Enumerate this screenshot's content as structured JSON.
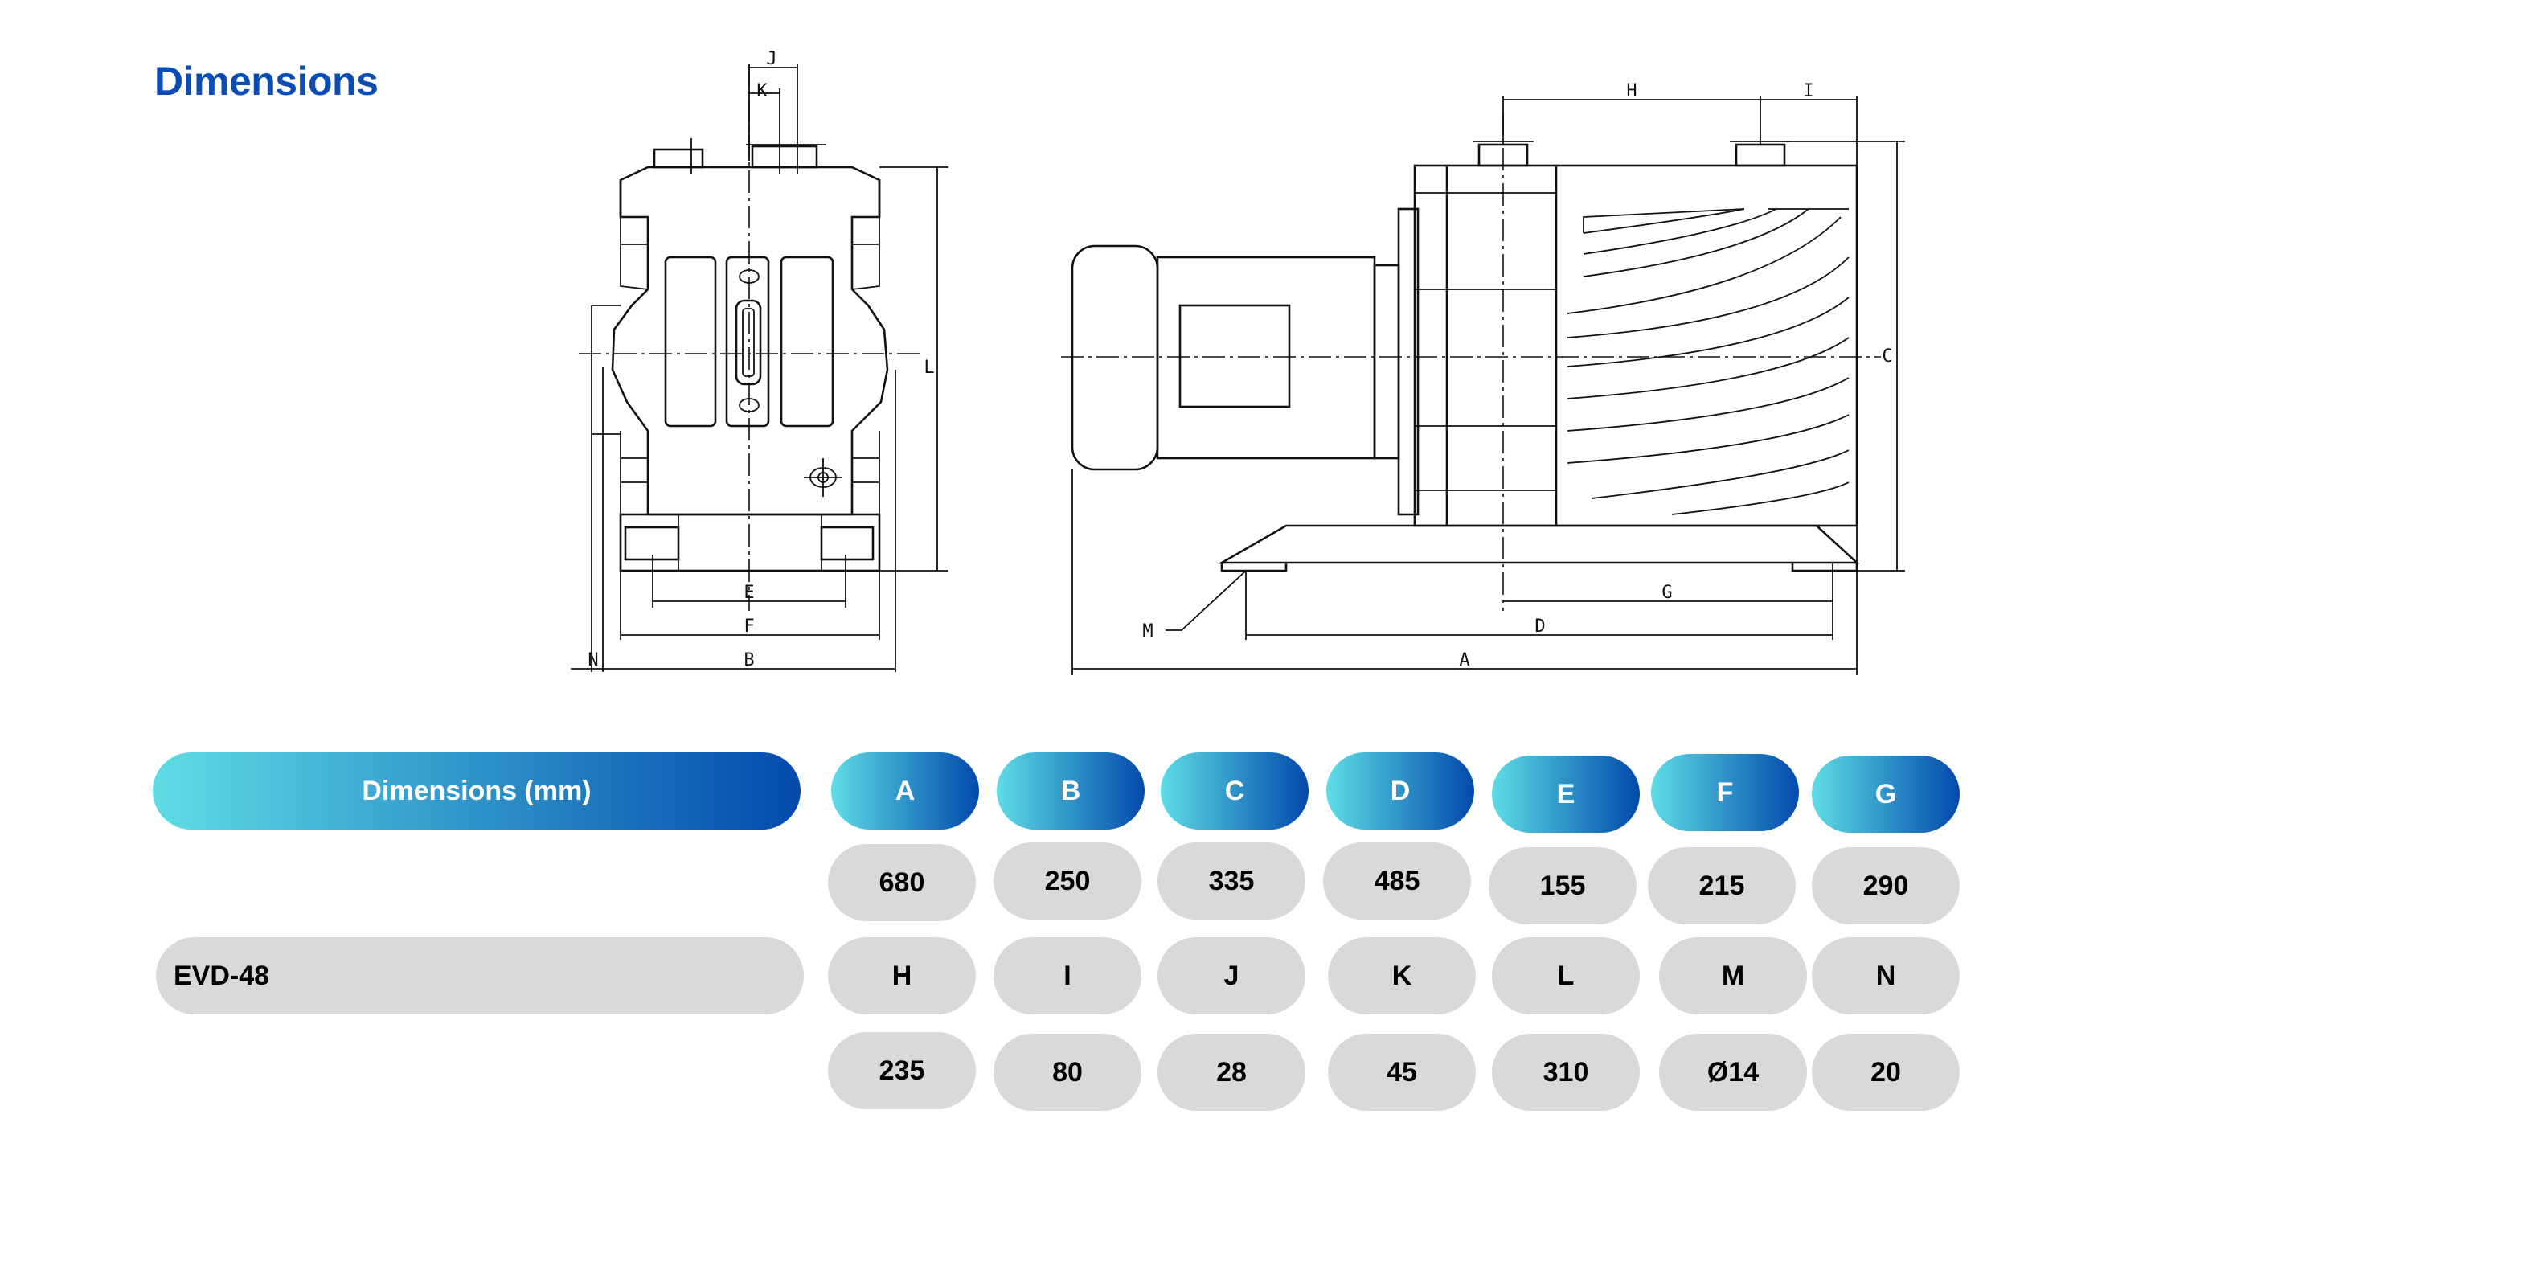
{
  "title": "Dimensions",
  "drawing": {
    "labels": {
      "J": "J",
      "K": "K",
      "L": "L",
      "E": "E",
      "F": "F",
      "B": "B",
      "N": "N",
      "H": "H",
      "I": "I",
      "C": "C",
      "G": "G",
      "D": "D",
      "A": "A",
      "M": "M"
    }
  },
  "table": {
    "header": "Dimensions (mm)",
    "model": "EVD-48",
    "row1_keys": [
      "A",
      "B",
      "C",
      "D",
      "E",
      "F",
      "G"
    ],
    "row1_values": [
      "680",
      "250",
      "335",
      "485",
      "155",
      "215",
      "290"
    ],
    "row2_keys": [
      "H",
      "I",
      "J",
      "K",
      "L",
      "M",
      "N"
    ],
    "row2_values": [
      "235",
      "80",
      "28",
      "45",
      "310",
      "Ø14",
      "20"
    ]
  },
  "colors": {
    "title": "#0b4db3",
    "gradient_start": "#5fdde6",
    "gradient_end": "#0349ad",
    "cell_grey": "#d9d9d9"
  }
}
